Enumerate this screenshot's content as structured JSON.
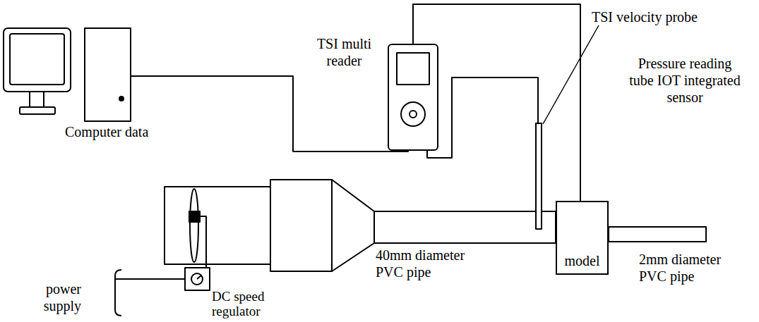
{
  "diagram": {
    "nodes": [
      {
        "text": [
          "model"
        ]
      }
    ],
    "labels": [
      "TSI multi reader",
      "TSI velocity probe",
      "Pressure reading tube IOT integrated sensor",
      "Computer data",
      "40mm diameter PVC pipe",
      "2mm diameter PVC pipe",
      "power supply",
      "DC speed regulator"
    ]
  }
}
